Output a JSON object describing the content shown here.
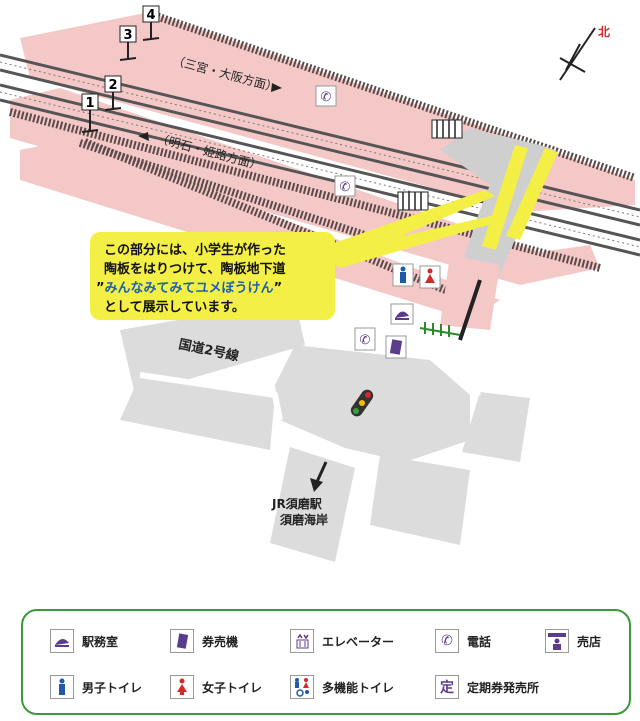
{
  "platform_labels": {
    "upper_direction": "（三宮・大阪方面）",
    "lower_direction": "（明石・姫路方面）"
  },
  "platform_numbers": [
    "1",
    "2",
    "3",
    "4"
  ],
  "north_label": "北",
  "road_label": "国道2号線",
  "exit_label_line1": "JR須磨駅",
  "exit_label_line2": "須磨海岸",
  "callout": {
    "line1": "この部分には、小学生が作った",
    "line2": "陶板をはりつけて、陶板地下道",
    "line3_quote_open": "”",
    "line3_highlight": "みんなみてみてユメぼうけん",
    "line3_quote_close": "”",
    "line4": "として展示しています。"
  },
  "legend": [
    {
      "icon": "station-office-icon",
      "label": "駅務室"
    },
    {
      "icon": "ticket-machine-icon",
      "label": "券売機"
    },
    {
      "icon": "elevator-icon",
      "label": "エレベーター"
    },
    {
      "icon": "phone-icon",
      "label": "電話"
    },
    {
      "icon": "shop-icon",
      "label": "売店"
    },
    {
      "icon": "mens-toilet-icon",
      "label": "男子トイレ"
    },
    {
      "icon": "womens-toilet-icon",
      "label": "女子トイレ"
    },
    {
      "icon": "accessible-toilet-icon",
      "label": "多機能トイレ"
    },
    {
      "icon": "commuter-pass-icon",
      "label": "定期券発売所",
      "glyph": "定"
    }
  ],
  "colors": {
    "platform": "#f5c8c8",
    "concourse": "#cfcfcf",
    "callout_bg": "#f3ef45",
    "icon_purple": "#5b3c8c",
    "mens": "#1f5aa8",
    "womens": "#d22a2a",
    "legend_border": "#3a9a3a",
    "north_red": "#d22a2a"
  }
}
